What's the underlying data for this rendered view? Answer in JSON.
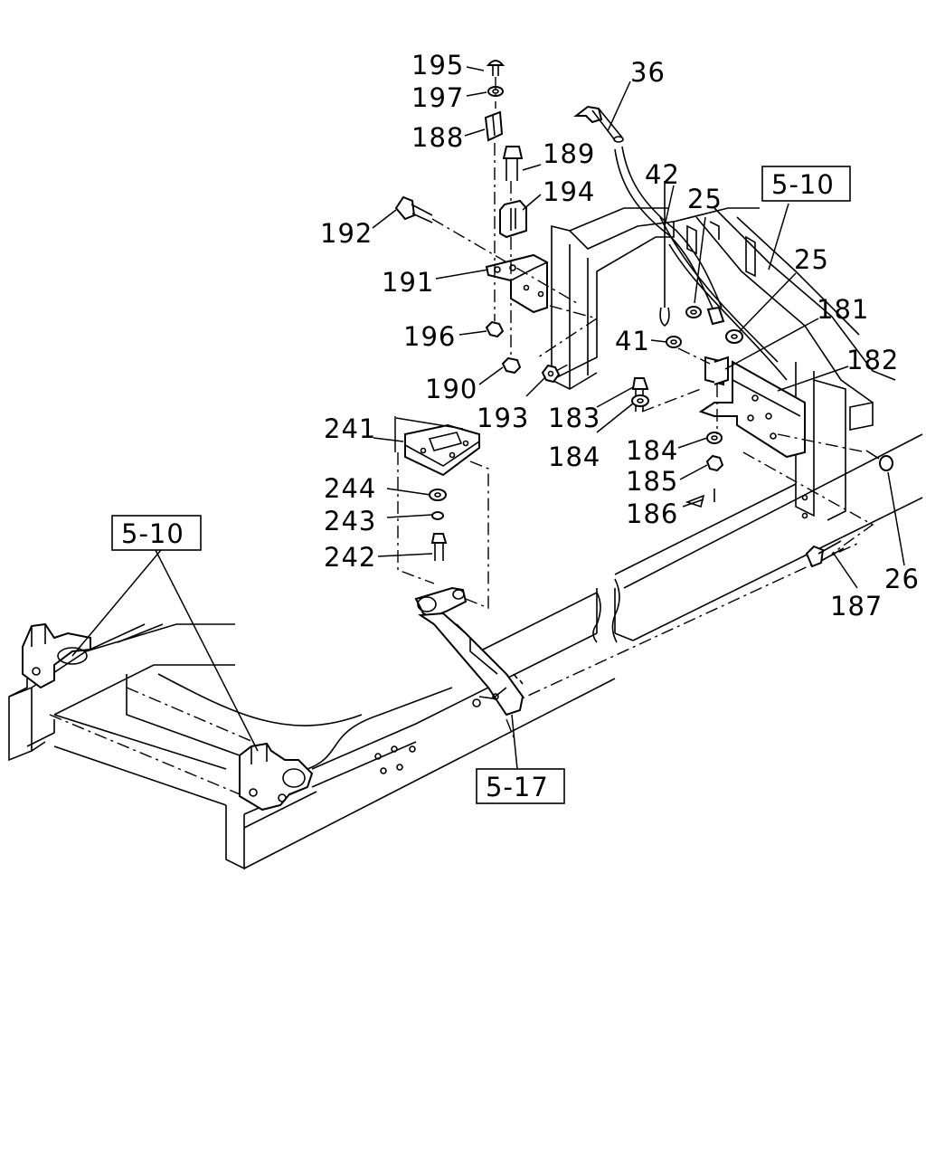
{
  "callouts": {
    "c195": "195",
    "c197": "197",
    "c188": "188",
    "c189": "189",
    "c194": "194",
    "c192": "192",
    "c191": "191",
    "c196": "196",
    "c190": "190",
    "c193": "193",
    "c36": "36",
    "c42": "42",
    "c25a": "25",
    "c25b": "25",
    "c181": "181",
    "c182": "182",
    "c41": "41",
    "c183": "183",
    "c184a": "184",
    "c184b": "184",
    "c185": "185",
    "c186": "186",
    "c187": "187",
    "c26": "26",
    "c241": "241",
    "c244": "244",
    "c243": "243",
    "c242": "242"
  },
  "references": {
    "ref_top_right": "5-10",
    "ref_left": "5-10",
    "ref_bottom": "5-17"
  }
}
